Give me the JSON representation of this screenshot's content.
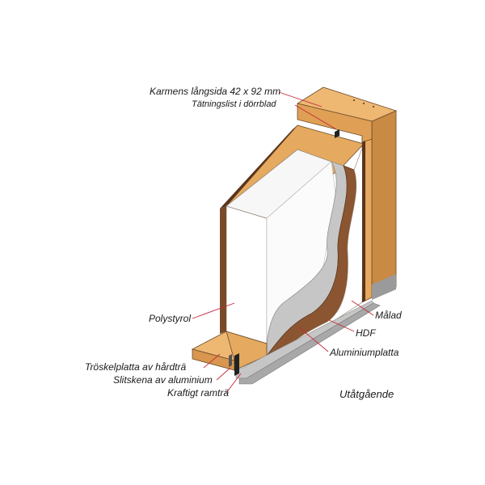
{
  "labels": {
    "frame_long_side": "Karmens långsida 42 x 92  mm",
    "door_seal": "Tätningslist i dörrblad",
    "polystyrene": "Polystyrol",
    "painted": "Målad",
    "hdf": "HDF",
    "aluminium_plate": "Aluminiumplatta",
    "threshold_plate": "Tröskelplatta av hårdträ",
    "wear_rail": "Slitskena av aluminium",
    "heavy_frame_wood": "Kraftigt ramträ",
    "direction": "Utåtgående"
  },
  "colors": {
    "wood": "#e5a95f",
    "wood_dark": "#c98a44",
    "hdf_brown": "#8a5530",
    "hdf_dark": "#5a341c",
    "aluminium": "#c6c6c6",
    "aluminium_dark": "#9a9a9a",
    "polystyrene": "#ffffff",
    "leader_red": "#c8283a"
  }
}
